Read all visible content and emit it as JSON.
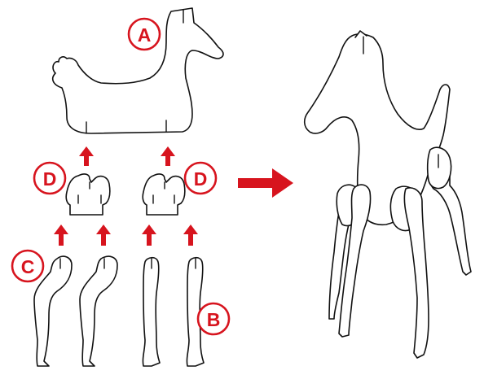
{
  "colors": {
    "accent": "#d7141e",
    "outline": "#111111",
    "background": "#ffffff"
  },
  "labels": {
    "a": "A",
    "b": "B",
    "c": "C",
    "d_left": "D",
    "d_right": "D"
  },
  "icons": {
    "assembly_arrow": "arrow-right-icon",
    "insert_arrow": "arrow-up-icon"
  }
}
